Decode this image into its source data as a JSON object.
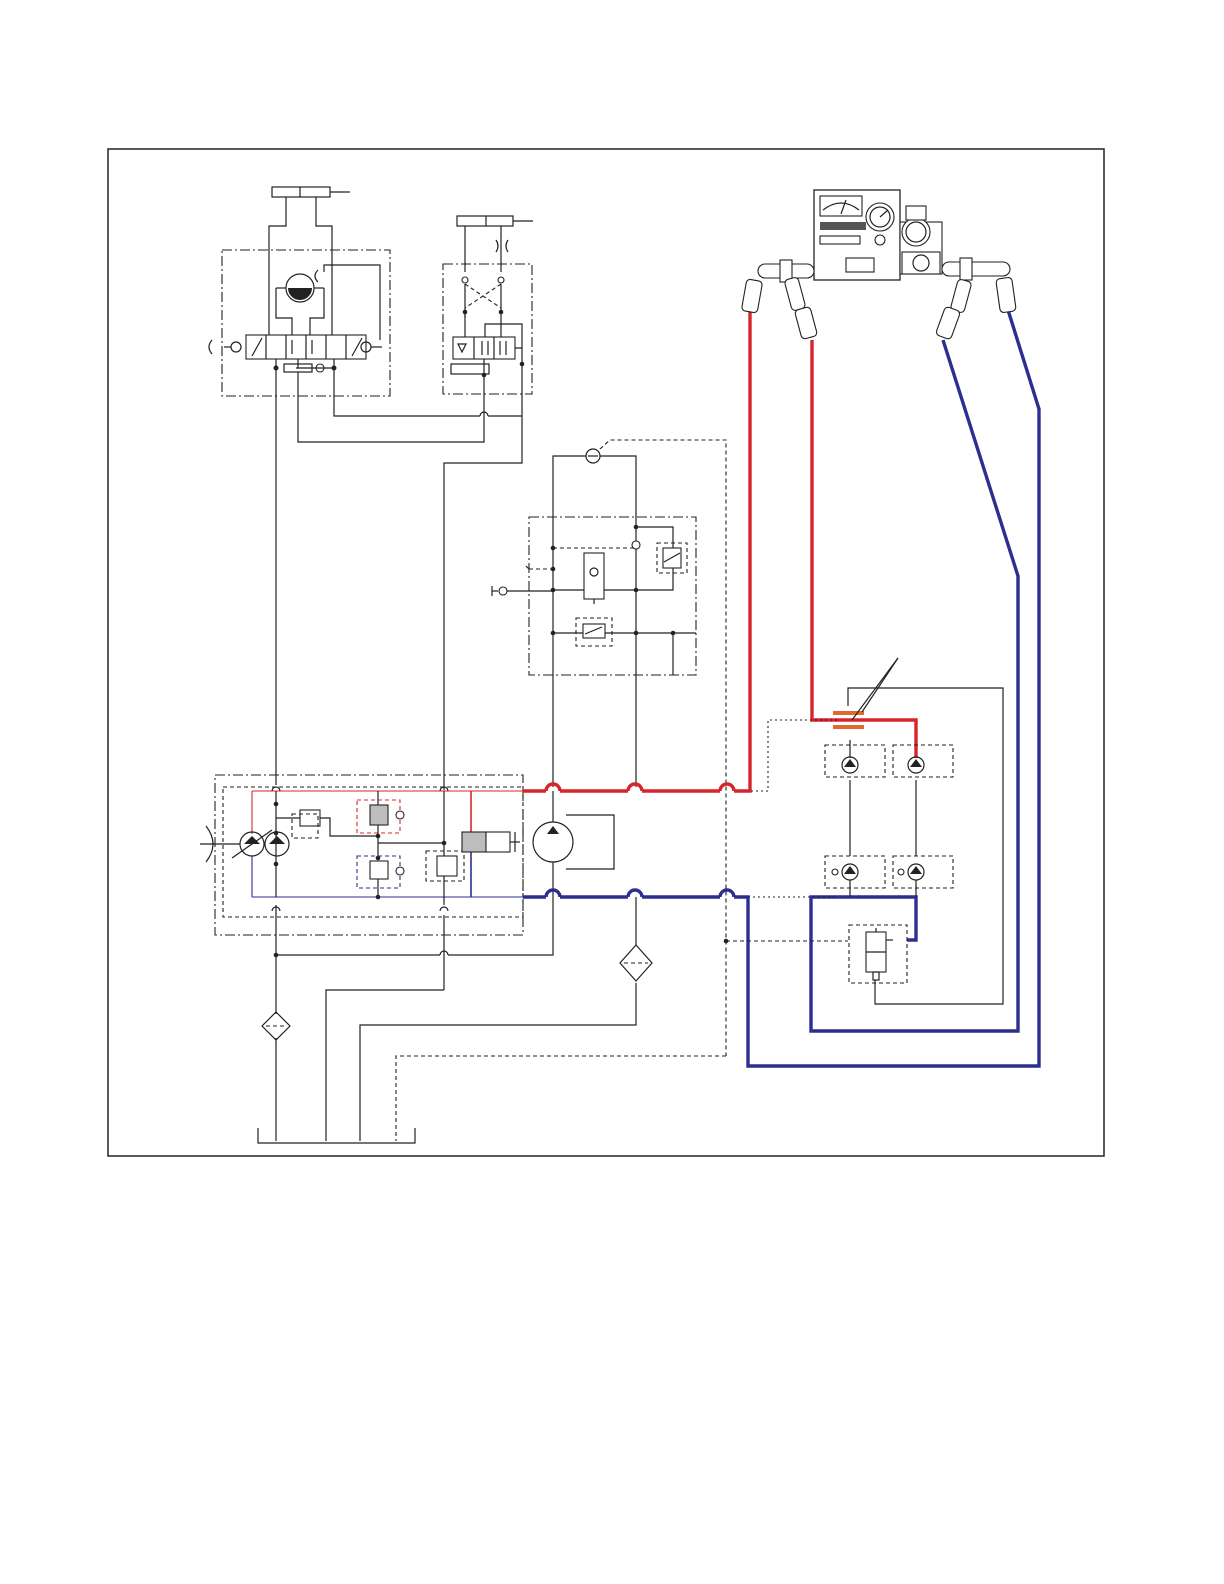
{
  "diagram": {
    "type": "hydraulic-schematic",
    "line_colors": {
      "pressure": "#d7262b",
      "return": "#2b2f8f",
      "pilot": "#222222",
      "coupler_mark": "#e06a2c"
    },
    "components": [
      "lift-cylinder",
      "steering-cylinder",
      "main-control-valve-block",
      "steering-valve-block",
      "pump-control-block",
      "charge-pump",
      "main-pump",
      "test-manifold-block",
      "return-filter",
      "case-drain-filter",
      "reservoir",
      "hydraulic-tester"
    ]
  }
}
